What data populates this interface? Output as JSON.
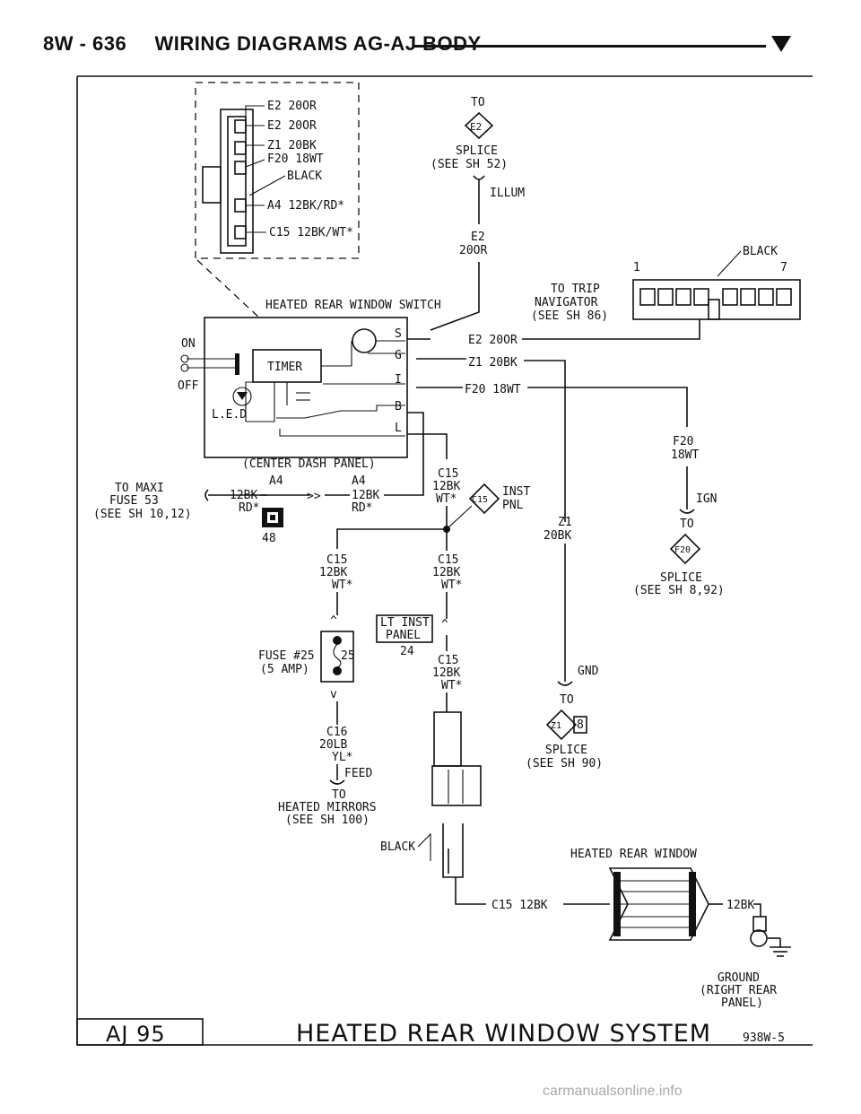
{
  "header": {
    "page": "8W - 636",
    "title": "WIRING DIAGRAMS AG-AJ BODY"
  },
  "switch_connector": {
    "pins": [
      "E2 20OR",
      "E2 20OR",
      "Z1 20BK",
      "F20 18WT",
      "A4 12BK/RD*",
      "C15 12BK/WT*"
    ],
    "color_label": "BLACK"
  },
  "splice_e2": {
    "to": "TO",
    "id": "E2",
    "label": "SPLICE",
    "ref": "(SEE SH 52)",
    "circuit": "ILLUM",
    "wire1": "E2",
    "wire2": "20OR"
  },
  "trip_connector": {
    "color_label": "BLACK",
    "pin_start": "1",
    "pin_end": "7"
  },
  "trip_nav": {
    "line1": "TO TRIP",
    "line2": "NAVIGATOR",
    "line3": "(SEE SH 86)"
  },
  "switch": {
    "title": "HEATED REAR WINDOW SWITCH",
    "on": "ON",
    "off": "OFF",
    "timer": "TIMER",
    "led": "L.E.D",
    "pins": [
      "S",
      "G",
      "I",
      "B",
      "L"
    ],
    "location": "(CENTER DASH PANEL)"
  },
  "wires": {
    "e2": "E2 20OR",
    "z1": "Z1 20BK",
    "f20": "F20 18WT",
    "z1_a": "Z1",
    "z1_b": "20BK",
    "f20_a": "F20",
    "f20_b": "18WT",
    "ign": "IGN",
    "gnd": "GND"
  },
  "maxi_fuse": {
    "line1": "TO MAXI",
    "line2": "FUSE 53",
    "line3": "(SEE SH 10,12)"
  },
  "a4_wire": {
    "left1": "A4",
    "left2": "12BK",
    "left3": "RD*",
    "right1": "A4",
    "right2": "12BK",
    "right3": "RD*"
  },
  "connector_48": "48",
  "c15_labels": {
    "a1": "C15",
    "a2": "12BK",
    "a3": "WT*",
    "b1": "C15",
    "b2": "12BK",
    "b3": "WT*",
    "c1": "C15",
    "c2": "12BK",
    "c3": "WT*",
    "d1": "C15",
    "d2": "12BK",
    "d3": "WT*"
  },
  "splice_c15": {
    "id": "C15",
    "line1": "INST",
    "line2": "PNL"
  },
  "splice_f20": {
    "to": "TO",
    "id": "F20",
    "label": "SPLICE",
    "ref": "(SEE SH 8,92)"
  },
  "fuse": {
    "line1": "FUSE #25",
    "line2": "(5 AMP)",
    "num": "25"
  },
  "lt_inst_panel": {
    "line1": "LT INST",
    "line2": "PANEL",
    "num": "24"
  },
  "c16": {
    "l1": "C16",
    "l2": "20LB",
    "l3": "YL*",
    "feed": "FEED",
    "to": "TO",
    "dest1": "HEATED MIRRORS",
    "dest2": "(SEE SH 100)"
  },
  "splice_z1": {
    "to": "TO",
    "id": "Z1",
    "num": "8",
    "label": "SPLICE",
    "ref": "(SEE SH 90)"
  },
  "rear_window": {
    "title": "HEATED REAR WINDOW",
    "wire_in": "C15 12BK",
    "wire_out": "12BK",
    "connector_color": "BLACK"
  },
  "ground": {
    "line1": "GROUND",
    "line2": "(RIGHT REAR",
    "line3": "PANEL)"
  },
  "footer": {
    "model": "AJ 95",
    "title": "HEATED REAR WINDOW SYSTEM",
    "code": "938W-5"
  },
  "watermark": "carmanualsonline.info"
}
